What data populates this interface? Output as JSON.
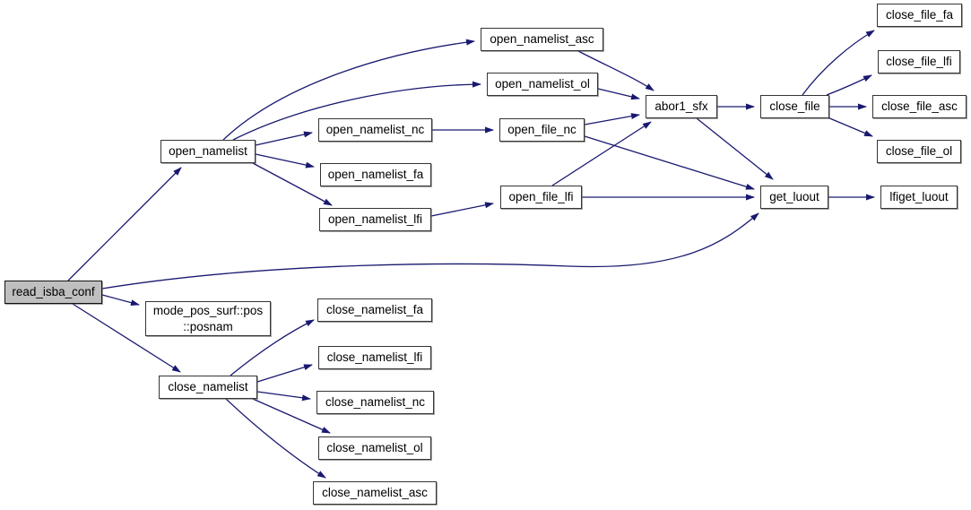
{
  "diagram_type": "call-graph",
  "colors": {
    "edge": "#191970",
    "node_border": "#353535",
    "node_fill": "#ffffff",
    "highlight_fill": "#bfbfbf",
    "text": "#000000",
    "background": "#ffffff"
  },
  "nodes": [
    {
      "id": "read_isba_conf",
      "label": "read_isba_conf",
      "highlighted": true
    },
    {
      "id": "open_namelist",
      "label": "open_namelist",
      "highlighted": false
    },
    {
      "id": "open_namelist_asc",
      "label": "open_namelist_asc",
      "highlighted": false
    },
    {
      "id": "open_namelist_ol",
      "label": "open_namelist_ol",
      "highlighted": false
    },
    {
      "id": "open_namelist_nc",
      "label": "open_namelist_nc",
      "highlighted": false
    },
    {
      "id": "open_namelist_fa",
      "label": "open_namelist_fa",
      "highlighted": false
    },
    {
      "id": "open_namelist_lfi",
      "label": "open_namelist_lfi",
      "highlighted": false
    },
    {
      "id": "open_file_nc",
      "label": "open_file_nc",
      "highlighted": false
    },
    {
      "id": "open_file_lfi",
      "label": "open_file_lfi",
      "highlighted": false
    },
    {
      "id": "abor1_sfx",
      "label": "abor1_sfx",
      "highlighted": false
    },
    {
      "id": "close_file",
      "label": "close_file",
      "highlighted": false
    },
    {
      "id": "close_file_fa",
      "label": "close_file_fa",
      "highlighted": false
    },
    {
      "id": "close_file_lfi",
      "label": "close_file_lfi",
      "highlighted": false
    },
    {
      "id": "close_file_asc",
      "label": "close_file_asc",
      "highlighted": false
    },
    {
      "id": "close_file_ol",
      "label": "close_file_ol",
      "highlighted": false
    },
    {
      "id": "get_luout",
      "label": "get_luout",
      "highlighted": false
    },
    {
      "id": "lfiget_luout",
      "label": "lfiget_luout",
      "highlighted": false
    },
    {
      "id": "mode_pos_surf_pos_posnam",
      "label": "mode_pos_surf::pos\n::posnam",
      "highlighted": false
    },
    {
      "id": "close_namelist",
      "label": "close_namelist",
      "highlighted": false
    },
    {
      "id": "close_namelist_fa",
      "label": "close_namelist_fa",
      "highlighted": false
    },
    {
      "id": "close_namelist_lfi",
      "label": "close_namelist_lfi",
      "highlighted": false
    },
    {
      "id": "close_namelist_nc",
      "label": "close_namelist_nc",
      "highlighted": false
    },
    {
      "id": "close_namelist_ol",
      "label": "close_namelist_ol",
      "highlighted": false
    },
    {
      "id": "close_namelist_asc",
      "label": "close_namelist_asc",
      "highlighted": false
    }
  ],
  "edges": [
    {
      "from": "read_isba_conf",
      "to": "open_namelist"
    },
    {
      "from": "read_isba_conf",
      "to": "get_luout"
    },
    {
      "from": "read_isba_conf",
      "to": "mode_pos_surf_pos_posnam"
    },
    {
      "from": "read_isba_conf",
      "to": "close_namelist"
    },
    {
      "from": "open_namelist",
      "to": "open_namelist_asc"
    },
    {
      "from": "open_namelist",
      "to": "open_namelist_ol"
    },
    {
      "from": "open_namelist",
      "to": "open_namelist_nc"
    },
    {
      "from": "open_namelist",
      "to": "open_namelist_fa"
    },
    {
      "from": "open_namelist",
      "to": "open_namelist_lfi"
    },
    {
      "from": "open_namelist_asc",
      "to": "abor1_sfx"
    },
    {
      "from": "open_namelist_ol",
      "to": "abor1_sfx"
    },
    {
      "from": "open_namelist_nc",
      "to": "open_file_nc"
    },
    {
      "from": "open_namelist_lfi",
      "to": "open_file_lfi"
    },
    {
      "from": "open_file_nc",
      "to": "abor1_sfx"
    },
    {
      "from": "open_file_nc",
      "to": "get_luout"
    },
    {
      "from": "open_file_lfi",
      "to": "abor1_sfx"
    },
    {
      "from": "open_file_lfi",
      "to": "get_luout"
    },
    {
      "from": "abor1_sfx",
      "to": "close_file"
    },
    {
      "from": "abor1_sfx",
      "to": "get_luout"
    },
    {
      "from": "close_file",
      "to": "close_file_fa"
    },
    {
      "from": "close_file",
      "to": "close_file_lfi"
    },
    {
      "from": "close_file",
      "to": "close_file_asc"
    },
    {
      "from": "close_file",
      "to": "close_file_ol"
    },
    {
      "from": "get_luout",
      "to": "lfiget_luout"
    },
    {
      "from": "close_namelist",
      "to": "close_namelist_fa"
    },
    {
      "from": "close_namelist",
      "to": "close_namelist_lfi"
    },
    {
      "from": "close_namelist",
      "to": "close_namelist_nc"
    },
    {
      "from": "close_namelist",
      "to": "close_namelist_ol"
    },
    {
      "from": "close_namelist",
      "to": "close_namelist_asc"
    }
  ]
}
